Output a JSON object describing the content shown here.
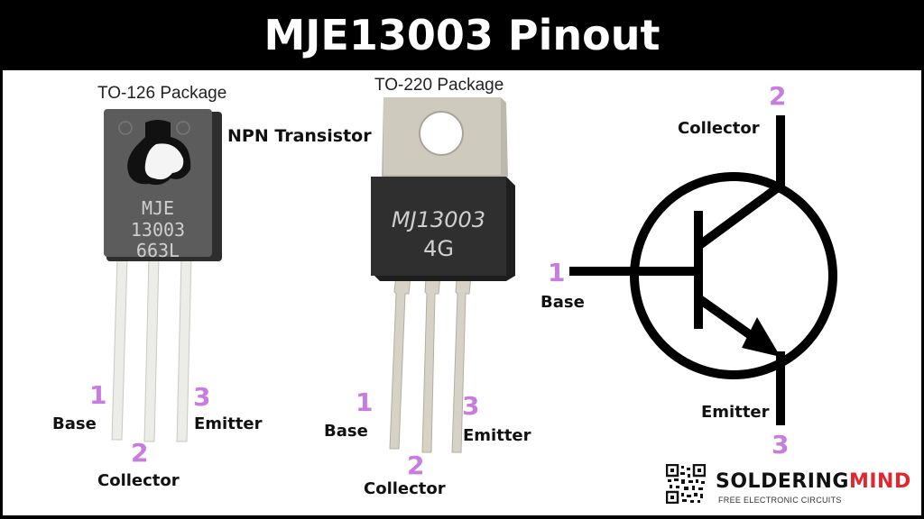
{
  "title": "MJE13003 Pinout",
  "packages": [
    {
      "name": "TO-126 Package",
      "marking_lines": [
        "MJE",
        "13003",
        "663L"
      ],
      "pins": [
        {
          "number": "1",
          "label": "Base"
        },
        {
          "number": "2",
          "label": "Collector"
        },
        {
          "number": "3",
          "label": "Emitter"
        }
      ]
    },
    {
      "name": "TO-220 Package",
      "marking_lines": [
        "MJ13003",
        "4G"
      ],
      "pins": [
        {
          "number": "1",
          "label": "Base"
        },
        {
          "number": "2",
          "label": "Collector"
        },
        {
          "number": "3",
          "label": "Emitter"
        }
      ]
    }
  ],
  "type_label": "NPN Transistor",
  "symbol": {
    "pins": [
      {
        "number": "1",
        "label": "Base"
      },
      {
        "number": "2",
        "label": "Collector"
      },
      {
        "number": "3",
        "label": "Emitter"
      }
    ]
  },
  "branding": {
    "name_part1": "SOLDERING",
    "name_part2": "MIND",
    "tagline": "FREE ELECTRONIC CIRCUITS"
  },
  "colors": {
    "pin_number": "#c77ddd",
    "brand_accent": "#e3262d",
    "frame": "#000000"
  }
}
